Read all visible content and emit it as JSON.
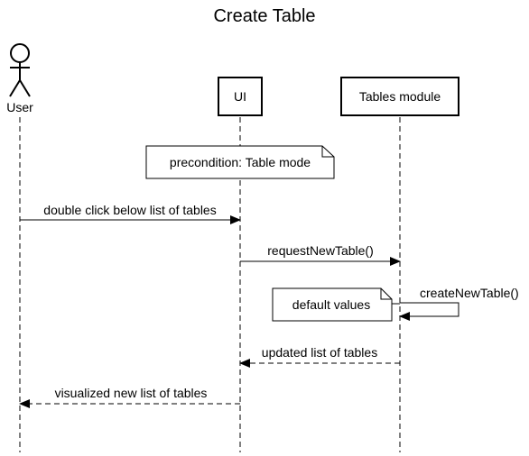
{
  "diagram": {
    "title": "Create Table",
    "actor": {
      "label": "User"
    },
    "participants": {
      "ui": "UI",
      "tables": "Tables module"
    },
    "notes": {
      "precondition": "precondition: Table mode",
      "defaults": "default values"
    },
    "messages": {
      "m1": "double click below list of tables",
      "m2": "requestNewTable()",
      "m3": "createNewTable()",
      "m4": "updated list of tables",
      "m5": "visualized new list of tables"
    }
  }
}
